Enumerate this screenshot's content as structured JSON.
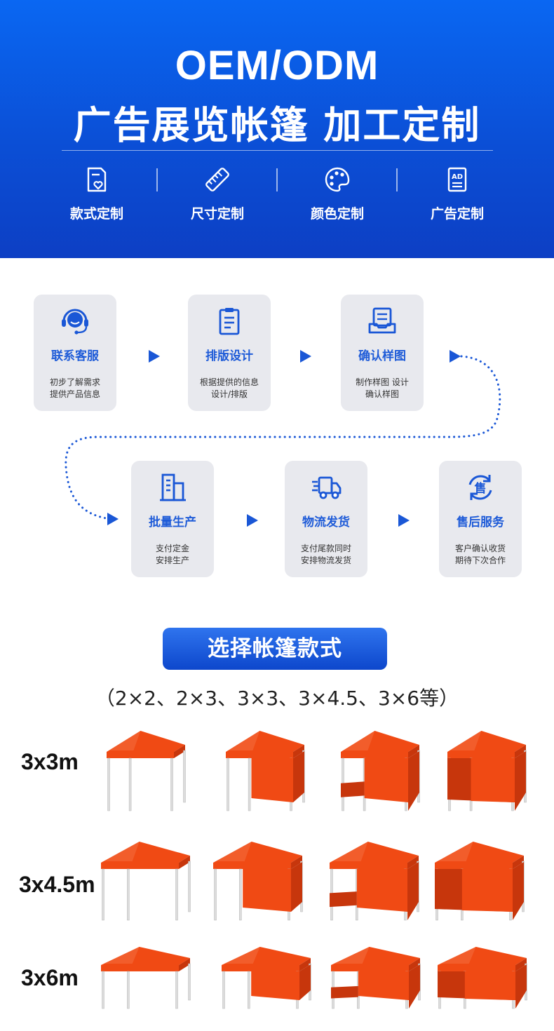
{
  "hero": {
    "title": "OEM/ODM",
    "subtitle": "广告展览帐篷 加工定制",
    "features": [
      {
        "label": "款式定制",
        "icon": "style-document-heart-icon"
      },
      {
        "label": "尺寸定制",
        "icon": "ruler-icon"
      },
      {
        "label": "颜色定制",
        "icon": "palette-icon"
      },
      {
        "label": "广告定制",
        "icon": "ad-document-icon"
      }
    ]
  },
  "process": {
    "steps": [
      {
        "title": "联系客服",
        "desc1": "初步了解需求",
        "desc2": "提供产品信息",
        "icon": "customer-service-headset-icon"
      },
      {
        "title": "排版设计",
        "desc1": "根据提供的信息",
        "desc2": "设计/排版",
        "icon": "clipboard-icon"
      },
      {
        "title": "确认样图",
        "desc1": "制作样图 设计",
        "desc2": "确认样图",
        "icon": "sample-image-tray-icon"
      },
      {
        "title": "批量生产",
        "desc1": "支付定金",
        "desc2": "安排生产",
        "icon": "factory-building-icon"
      },
      {
        "title": "物流发货",
        "desc1": "支付尾款同时",
        "desc2": "安排物流发货",
        "icon": "delivery-truck-icon"
      },
      {
        "title": "售后服务",
        "desc1": "客户确认收货",
        "desc2": "期待下次合作",
        "icon": "after-sales-cycle-icon"
      }
    ]
  },
  "styles": {
    "heading": "选择帐篷款式",
    "sizes_note": "（2×2、2×3、3×3、3×4.5、3×6等）",
    "rows": [
      {
        "label": "3x3m",
        "variants": [
          "open",
          "one-wall",
          "half-wall",
          "three-walls"
        ]
      },
      {
        "label": "3x4.5m",
        "variants": [
          "open",
          "one-wall",
          "half-wall",
          "three-walls"
        ]
      },
      {
        "label": "3x6m",
        "variants": [
          "open",
          "one-wall",
          "half-wall",
          "three-walls"
        ]
      }
    ]
  },
  "colors": {
    "accent": "#1a57d6",
    "hero_top": "#0a67f2",
    "hero_bottom": "#0d3fc4",
    "tent": "#f04a14",
    "tent_dark": "#c7360c"
  }
}
